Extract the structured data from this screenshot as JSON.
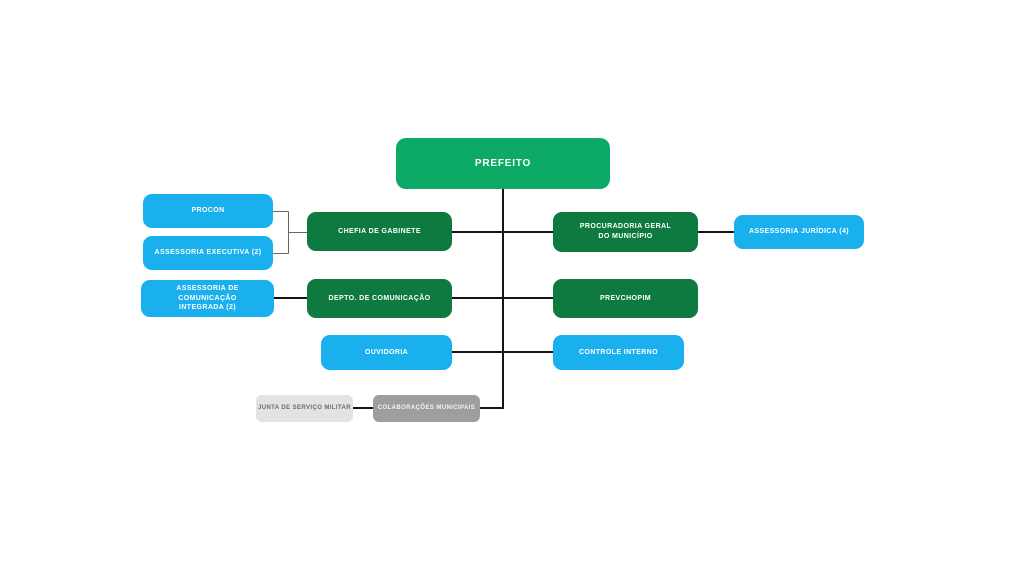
{
  "diagram": {
    "type": "org-chart",
    "language": "pt-BR",
    "nodes": {
      "prefeito": {
        "label": "PREFEITO",
        "style": "emerald"
      },
      "procon": {
        "label": "PROCON",
        "style": "blue"
      },
      "assessoria_executiva": {
        "label": "ASSESSORIA EXECUTIVA (2)",
        "style": "blue"
      },
      "assessoria_comunicacao": {
        "label": "ASSESSORIA DE COMUNICAÇÃO INTEGRADA (2)",
        "style": "blue"
      },
      "chefia_gabinete": {
        "label": "CHEFIA DE GABINETE",
        "style": "dark-green"
      },
      "depto_comunicacao": {
        "label": "DEPTO. DE COMUNICAÇÃO",
        "style": "dark-green"
      },
      "ouvidoria": {
        "label": "OUVIDORIA",
        "style": "blue"
      },
      "procuradoria_geral": {
        "label": "PROCURADORIA GERAL DO MUNICÍPIO",
        "style": "dark-green"
      },
      "assessoria_juridica": {
        "label": "ASSESSORIA JURÍDICA (4)",
        "style": "blue"
      },
      "prevchopim": {
        "label": "PREVCHOPIM",
        "style": "dark-green"
      },
      "controle_interno": {
        "label": "CONTROLE INTERNO",
        "style": "blue"
      },
      "junta_servico_militar": {
        "label": "JUNTA DE SERVIÇO MILITAR",
        "style": "light-gray"
      },
      "colaboracoes_municipais": {
        "label": "COLABORAÇÕES MUNICIPAIS",
        "style": "medium-gray"
      }
    },
    "edges": [
      [
        "prefeito",
        "chefia_gabinete"
      ],
      [
        "prefeito",
        "procuradoria_geral"
      ],
      [
        "prefeito",
        "depto_comunicacao"
      ],
      [
        "prefeito",
        "prevchopim"
      ],
      [
        "prefeito",
        "ouvidoria"
      ],
      [
        "prefeito",
        "controle_interno"
      ],
      [
        "prefeito",
        "colaboracoes_municipais"
      ],
      [
        "chefia_gabinete",
        "procon"
      ],
      [
        "chefia_gabinete",
        "assessoria_executiva"
      ],
      [
        "depto_comunicacao",
        "assessoria_comunicacao"
      ],
      [
        "procuradoria_geral",
        "assessoria_juridica"
      ],
      [
        "colaboracoes_municipais",
        "junta_servico_militar"
      ]
    ],
    "colors": {
      "emerald": "#0caa66",
      "dark_green": "#0e7a3f",
      "blue": "#1ab0ee",
      "light_gray": "#e3e3e3",
      "medium_gray": "#9e9e9e",
      "connector_black": "#141414",
      "connector_gray": "#666666"
    }
  }
}
